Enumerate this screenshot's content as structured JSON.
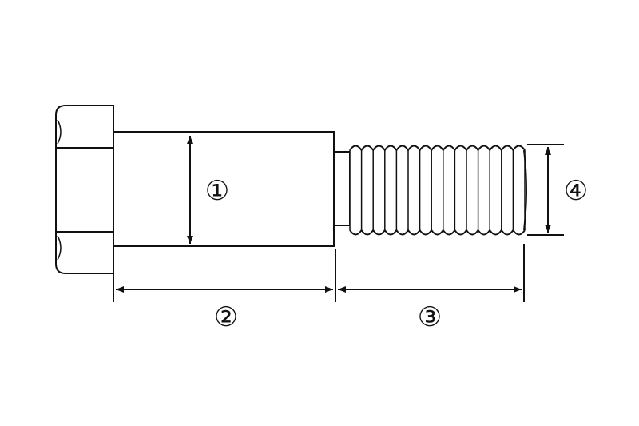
{
  "diagram": {
    "labels": {
      "shank_diameter": "①",
      "shank_length": "②",
      "thread_length": "③",
      "thread_diameter": "④"
    },
    "colors": {
      "stroke": "#111111",
      "fill": "#ffffff",
      "background": "#ffffff"
    }
  }
}
